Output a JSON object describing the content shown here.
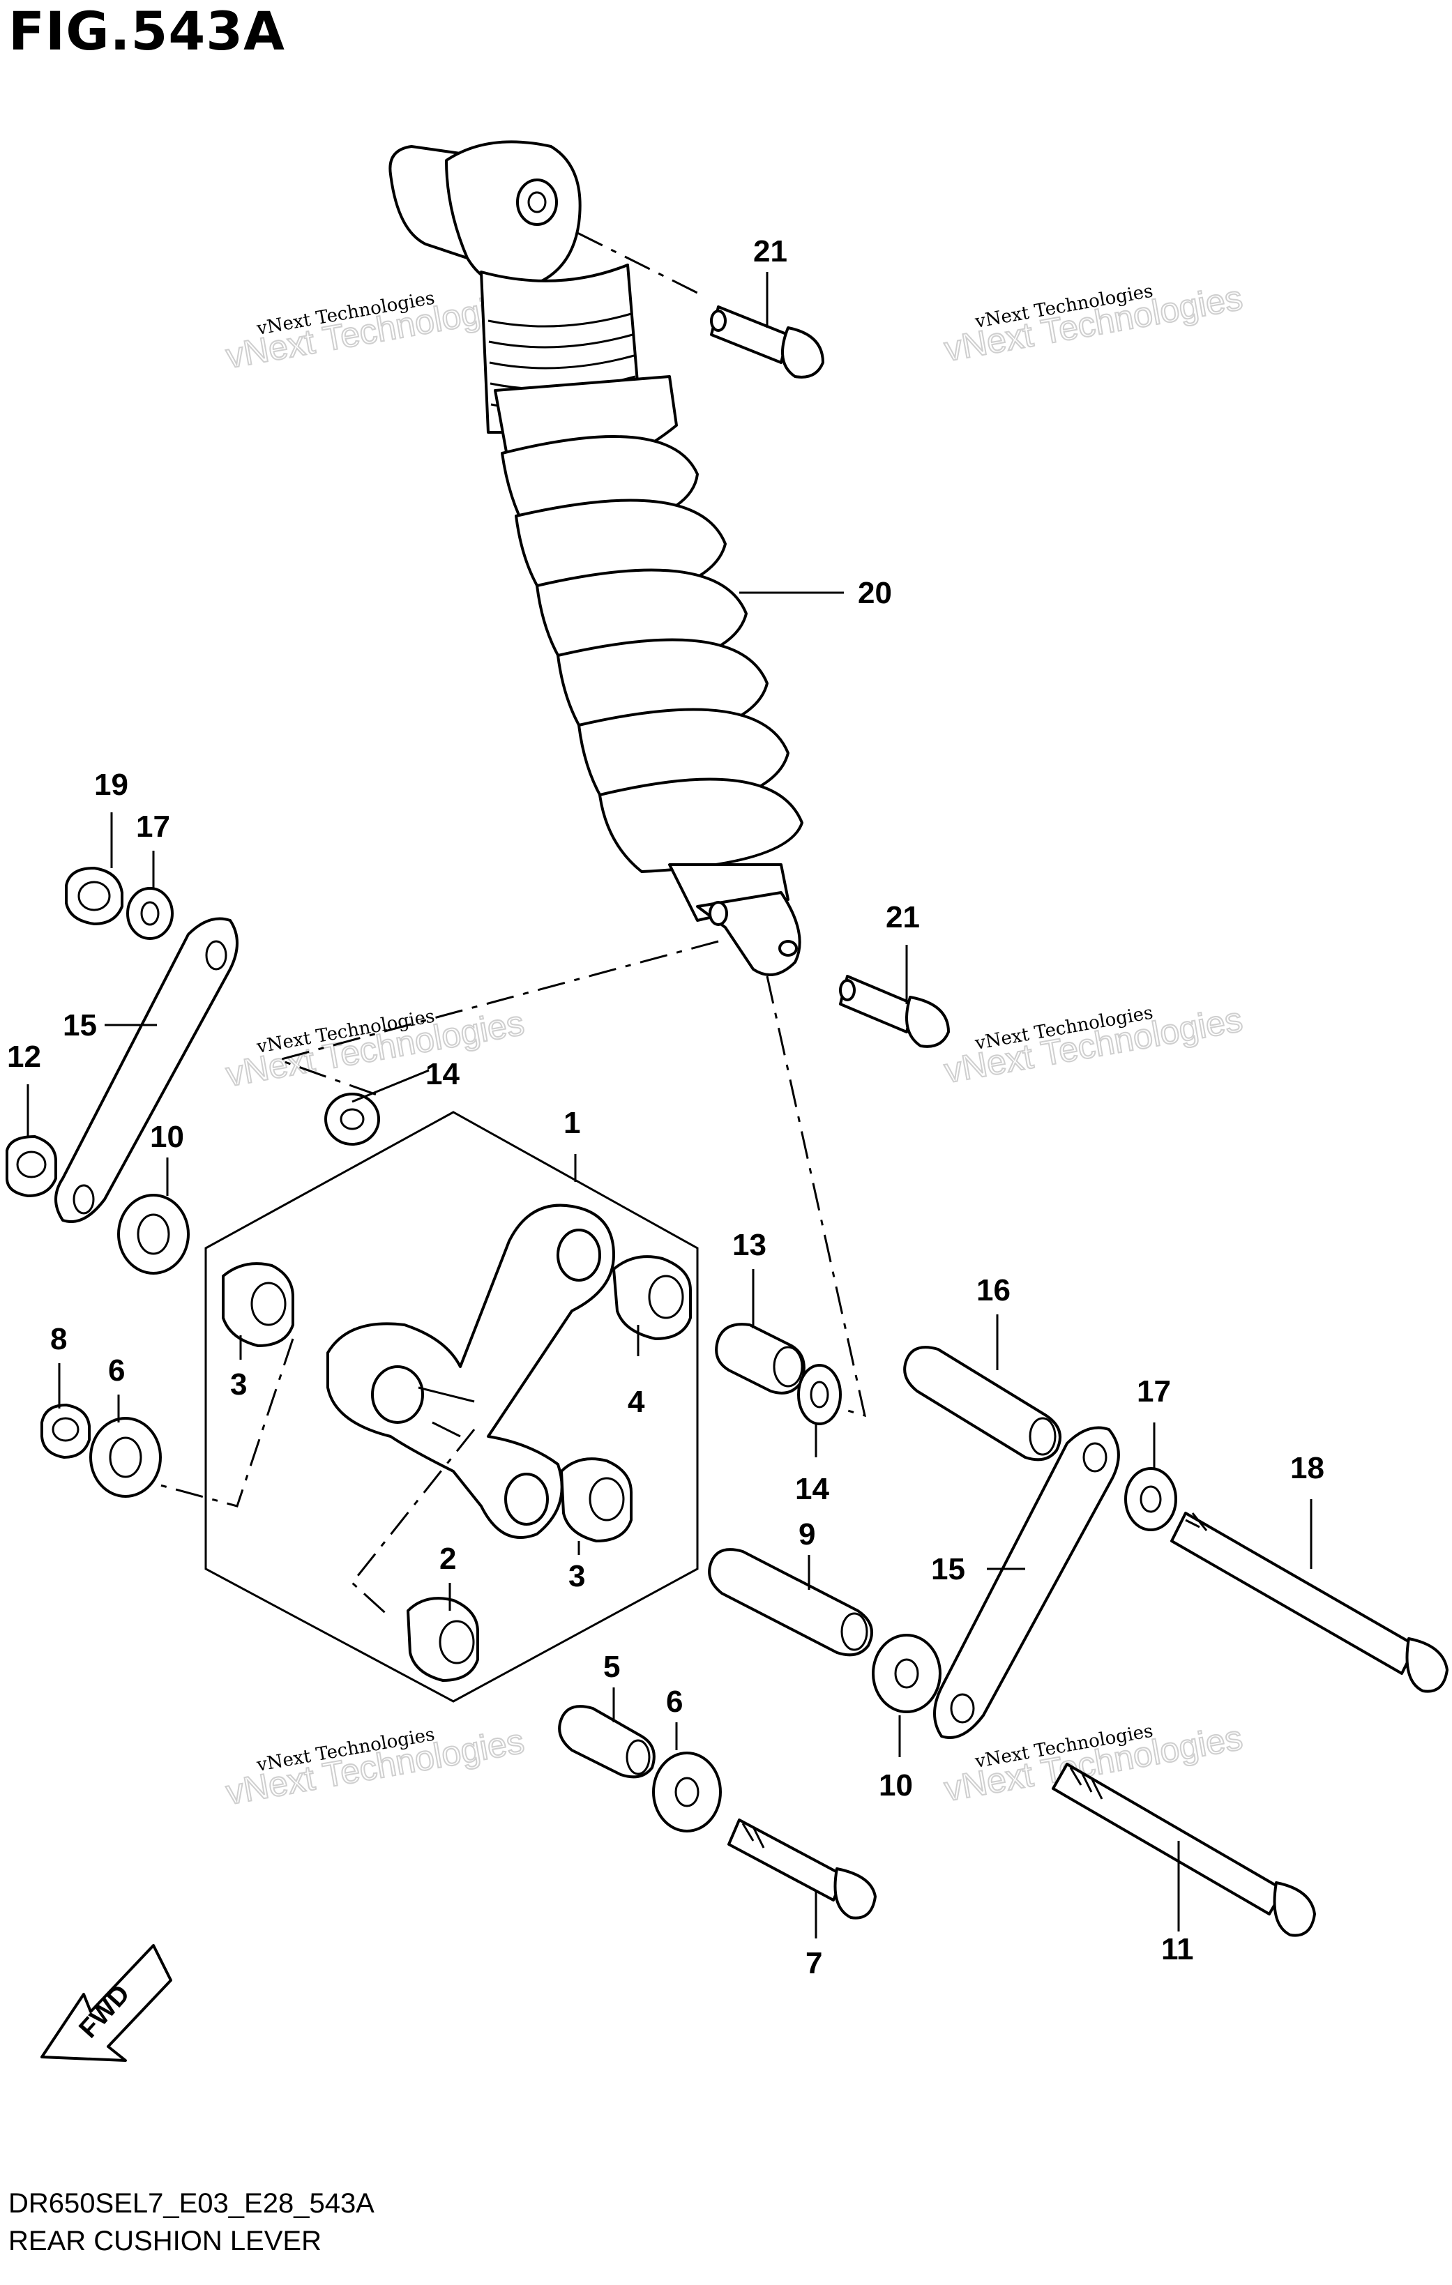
{
  "figure": {
    "title": "FIG.543A",
    "model_code": "DR650SEL7_E03_E28_543A",
    "assembly_name": "REAR CUSHION LEVER"
  },
  "watermark": {
    "company": "vNext Technologies",
    "big_text": "vNext Technologies"
  },
  "direction_badge": "FWD",
  "callouts": [
    "21",
    "20",
    "19",
    "17",
    "21",
    "15",
    "12",
    "14",
    "10",
    "1",
    "13",
    "16",
    "3",
    "4",
    "8",
    "6",
    "14",
    "17",
    "18",
    "9",
    "15",
    "2",
    "3",
    "5",
    "6",
    "10",
    "7",
    "11"
  ],
  "colors": {
    "line": "#000000",
    "background": "#ffffff",
    "watermark_outline": "#cfcfcf"
  }
}
